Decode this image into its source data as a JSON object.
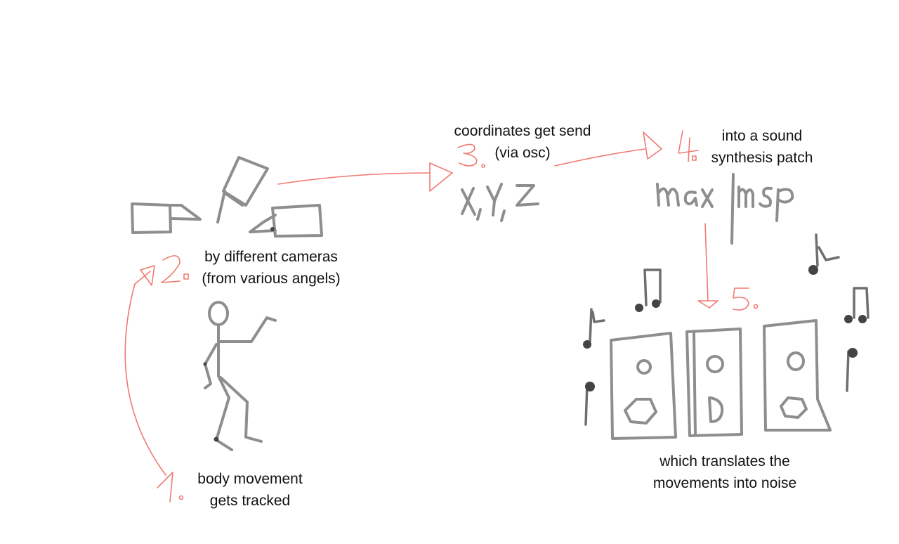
{
  "steps": [
    {
      "number": "1.",
      "lines": [
        "body movement",
        "gets tracked"
      ]
    },
    {
      "number": "2.",
      "lines": [
        "by different cameras",
        "(from various angels)"
      ]
    },
    {
      "number": "3.",
      "lines": [
        "coordinates get send",
        "(via osc)"
      ]
    },
    {
      "number": "4.",
      "lines": [
        "into a sound",
        "synthesis patch"
      ]
    },
    {
      "number": "5.",
      "lines": [
        "which translates the",
        "movements into noise"
      ]
    }
  ],
  "handwriting": {
    "coords": "x,y,z",
    "software": "max | msp"
  },
  "colors": {
    "annotation": "#f07a72",
    "sketch": "#8e8e8e",
    "text": "#111111"
  }
}
